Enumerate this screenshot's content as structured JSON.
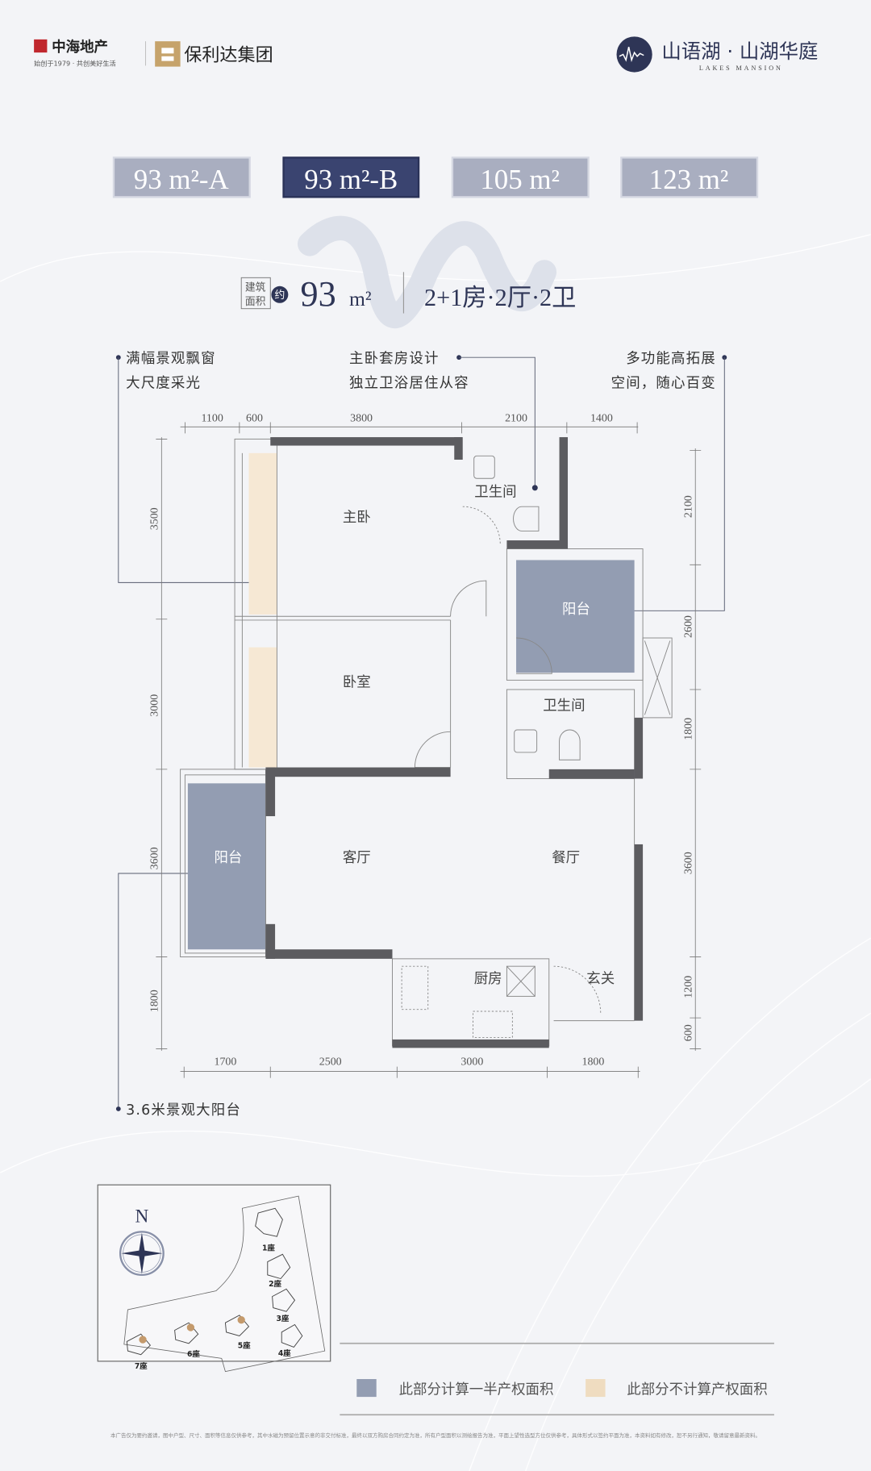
{
  "header": {
    "logo_left_1": {
      "name": "中海地产",
      "tagline": "始创于1979 · 共创美好生活"
    },
    "logo_left_2": {
      "name": "保利达集团"
    },
    "logo_right": {
      "name": "山语湖 · 山湖华庭",
      "subtitle": "LAKES MANSION"
    }
  },
  "tabs": [
    {
      "label": "93 m²-A",
      "active": false
    },
    {
      "label": "93 m²-B",
      "active": true
    },
    {
      "label": "105 m²",
      "active": false
    },
    {
      "label": "123 m²",
      "active": false
    }
  ],
  "summary": {
    "badge_line1": "建筑",
    "badge_line2": "面积",
    "approx": "约",
    "area_number": "93",
    "area_unit": "m²",
    "layout": "2+1房·2厅·2卫"
  },
  "callouts": {
    "left": [
      "满幅景观飘窗",
      "大尺度采光"
    ],
    "middle": [
      "主卧套房设计",
      "独立卫浴居住从容"
    ],
    "right": [
      "多功能高拓展",
      "空间，随心百变"
    ],
    "bottom": "3.6米景观大阳台"
  },
  "rooms": {
    "master_bedroom": "主卧",
    "master_bath": "卫生间",
    "balcony_right": "阳台",
    "bedroom": "卧室",
    "bath2": "卫生间",
    "balcony_left": "阳台",
    "living": "客厅",
    "dining": "餐厅",
    "kitchen": "厨房",
    "entry": "玄关"
  },
  "dimensions": {
    "top": [
      "1100",
      "600",
      "3800",
      "2100",
      "1400"
    ],
    "bottom": [
      "1700",
      "2500",
      "3000",
      "1800"
    ],
    "left": [
      "3500",
      "3000",
      "3600",
      "1800"
    ],
    "right": [
      "2100",
      "2600",
      "1800",
      "3600",
      "1200",
      "600"
    ]
  },
  "site_map": {
    "north": "N",
    "buildings": [
      "1座",
      "2座",
      "3座",
      "4座",
      "5座",
      "6座",
      "7座"
    ]
  },
  "legend": [
    {
      "label": "此部分计算一半产权面积",
      "color": "#939db2"
    },
    {
      "label": "此部分不计算产权面积",
      "color": "#efdcc0"
    }
  ],
  "footnote": "本广告仅为要约邀请，图中户型、尺寸、面积等信息仅供参考，其中水磁为预留位置示意的非交付标准，最终以双方购房合同约定为准，所有户型面积以测绘报告为准，平面上望性选型方位仅供参考，具体形式以签约平面为准，本资料如有修改，恕不另行通知，敬请留意最新资料。",
  "colors": {
    "accent": "#3a4470",
    "tab_inactive": "#a9aec0",
    "wall": "#5c5c60",
    "half_area": "#939db2",
    "excluded_area": "#efdcc0"
  }
}
